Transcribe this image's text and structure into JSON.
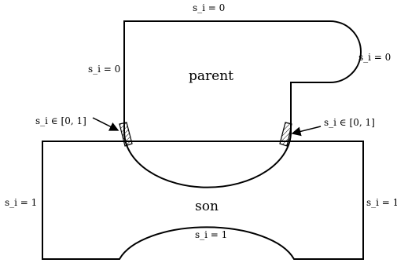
{
  "labels": {
    "parent": "parent",
    "son": "son",
    "parent_top": "s_i = 0",
    "parent_left": "s_i = 0",
    "parent_right": "s_i = 0",
    "overlap_left": "s_i ∈ [0, 1]",
    "overlap_right": "s_i ∈ [0, 1]",
    "son_left": "s_i = 1",
    "son_right": "s_i = 1",
    "son_bottom_arc": "s_i = 1"
  }
}
